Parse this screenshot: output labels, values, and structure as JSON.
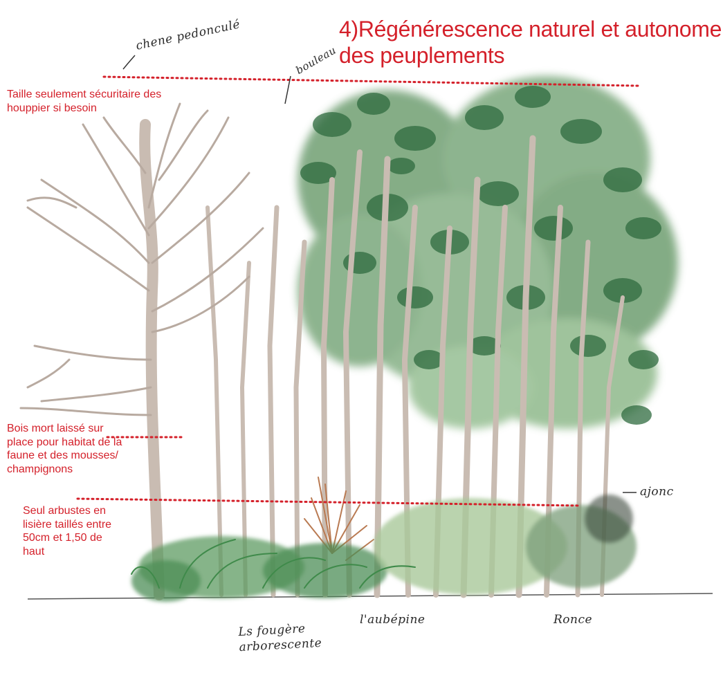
{
  "title": "4)Régénérescence naturel et autonome\ndes peuplements",
  "annotations": {
    "crown": "Taille seulement sécuritaire des\nhouppier si besoin",
    "deadwood": "Bois mort laissé sur\nplace pour habitat de la\nfaune et des mousses/\nchampignons",
    "shrubs": "Seul arbustes en\nlisière taillés entre\n50cm et 1,50 de\nhaut"
  },
  "handwritten_labels": {
    "chene": "chene pedonculé",
    "bouleau": "bouleau",
    "ajonc": "ajonc",
    "fougere": "Ls fougère\narborescente",
    "aubepine": "l'aubépine",
    "ronce": "Ronce"
  },
  "colors": {
    "annotation_red": "#d4202a",
    "trunk": "#c9bcb2",
    "foliage_dark": "#2f6b3f",
    "foliage_light": "#8fb98b",
    "fern": "#3f8a4a"
  }
}
